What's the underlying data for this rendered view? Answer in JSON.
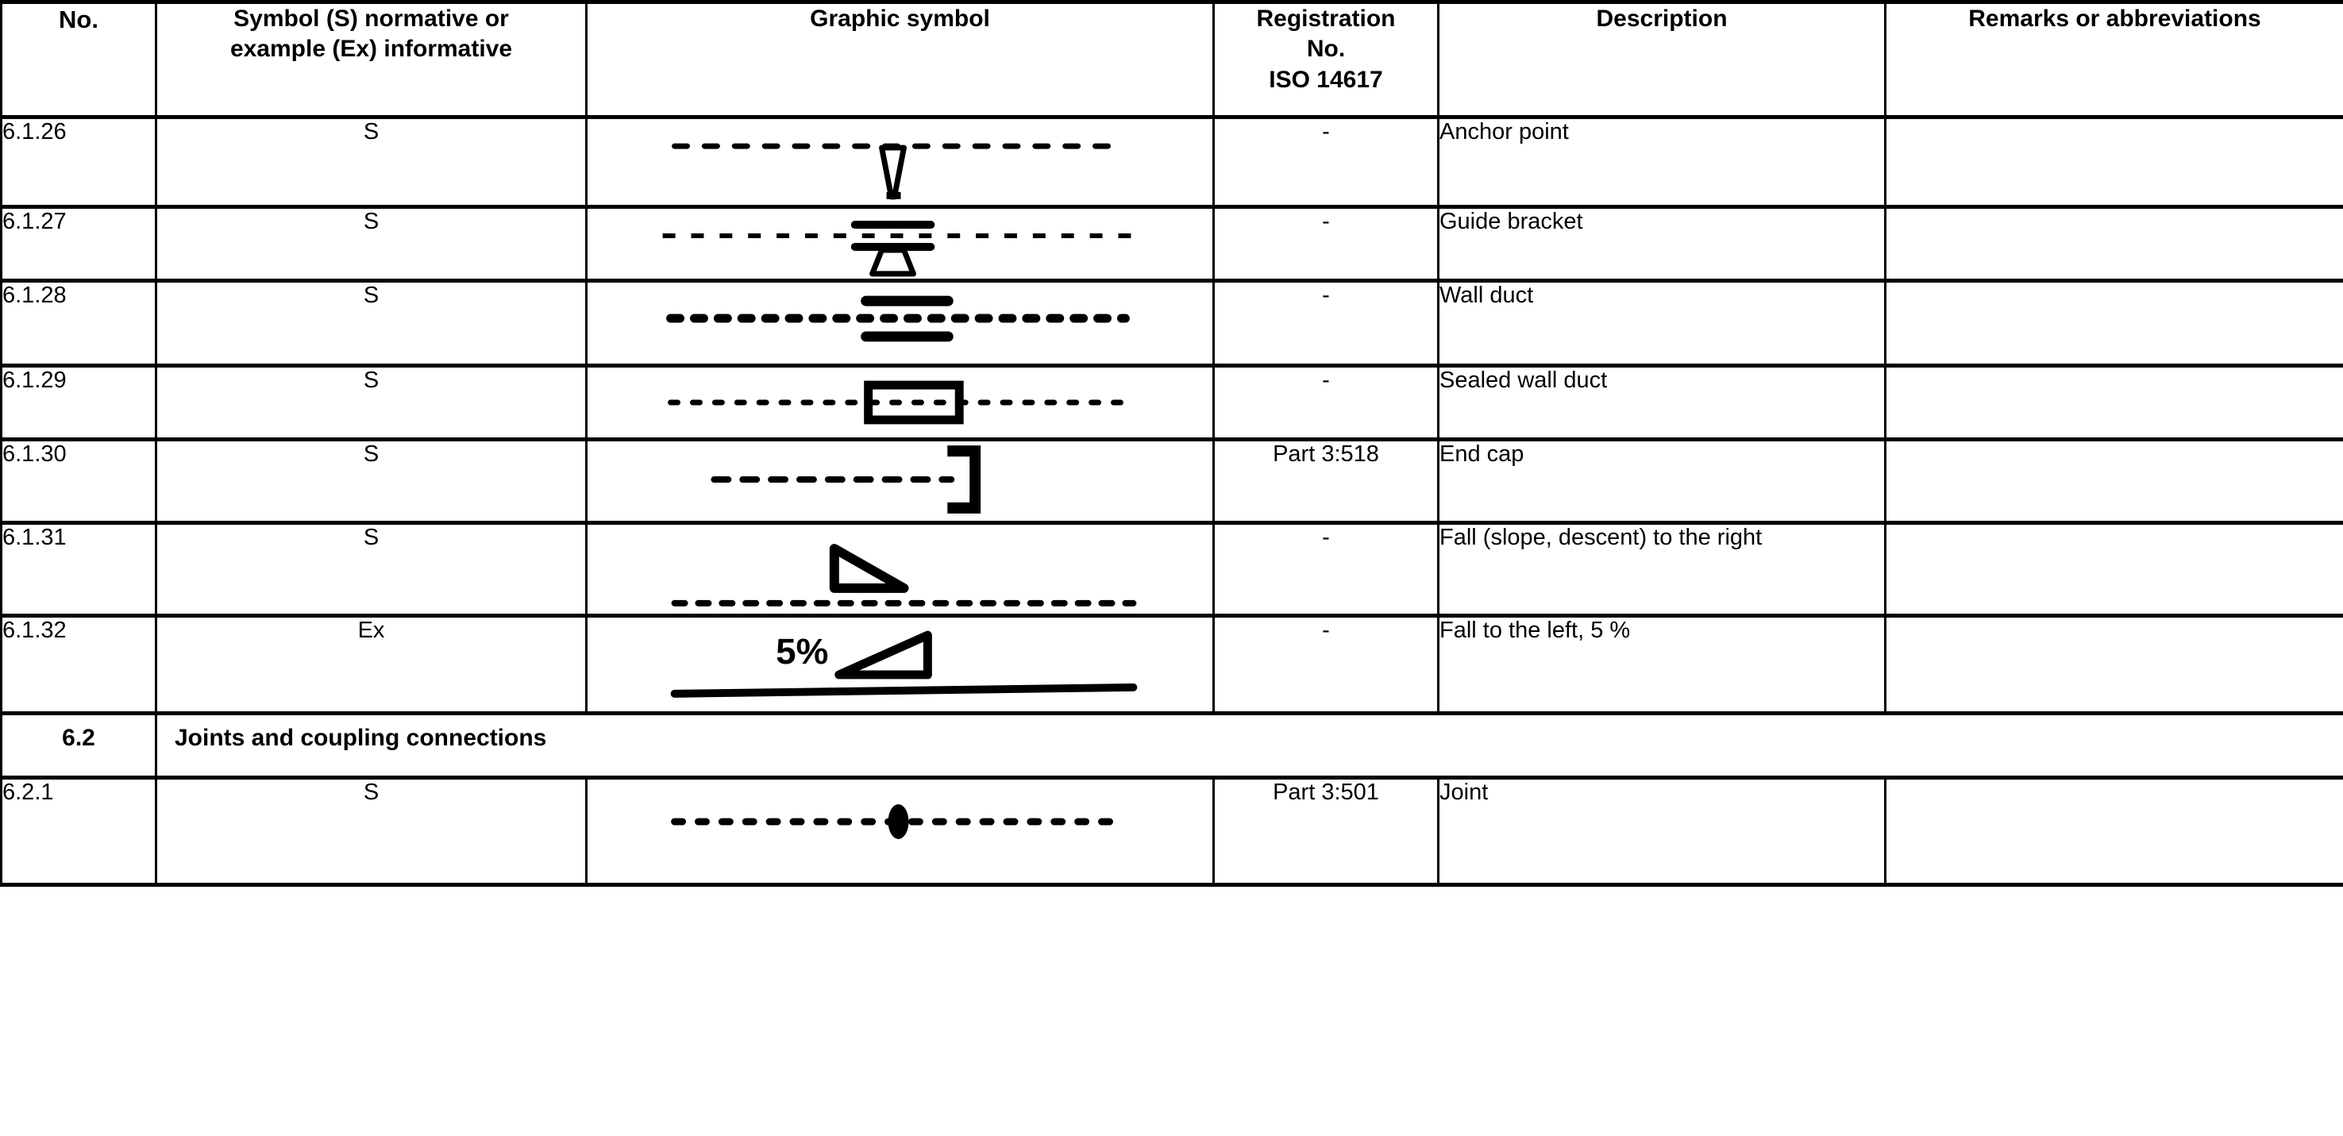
{
  "table": {
    "columns": [
      {
        "key": "no",
        "label": "No."
      },
      {
        "key": "symbol",
        "label_line1": "Symbol (S) normative or",
        "label_line2": "example (Ex) informative"
      },
      {
        "key": "graphic",
        "label": "Graphic symbol"
      },
      {
        "key": "reg",
        "label_line1": "Registration",
        "label_line2": "No.",
        "label_line3": "ISO 14617"
      },
      {
        "key": "desc",
        "label": "Description"
      },
      {
        "key": "rem",
        "label": "Remarks or abbreviations"
      }
    ],
    "rows": [
      {
        "type": "data",
        "no": "6.1.26",
        "symbol": "S",
        "graphic": "anchor-point-symbol",
        "reg": "-",
        "desc": "Anchor point",
        "rem": ""
      },
      {
        "type": "data",
        "no": "6.1.27",
        "symbol": "S",
        "graphic": "guide-bracket-symbol",
        "reg": "-",
        "desc": "Guide bracket",
        "rem": ""
      },
      {
        "type": "data",
        "no": "6.1.28",
        "symbol": "S",
        "graphic": "wall-duct-symbol",
        "reg": "-",
        "desc": "Wall duct",
        "rem": ""
      },
      {
        "type": "data",
        "no": "6.1.29",
        "symbol": "S",
        "graphic": "sealed-wall-duct-symbol",
        "reg": "-",
        "desc": "Sealed wall duct",
        "rem": ""
      },
      {
        "type": "data",
        "no": "6.1.30",
        "symbol": "S",
        "graphic": "end-cap-symbol",
        "reg": "Part 3:518",
        "desc": "End cap",
        "rem": ""
      },
      {
        "type": "data",
        "no": "6.1.31",
        "symbol": "S",
        "graphic": "fall-right-symbol",
        "reg": "-",
        "desc": "Fall (slope, descent) to the right",
        "rem": ""
      },
      {
        "type": "data",
        "no": "6.1.32",
        "symbol": "Ex",
        "graphic": "fall-left-5-percent-symbol",
        "graphic_label": "5%",
        "reg": "-",
        "desc": "Fall to the left, 5 %",
        "rem": ""
      },
      {
        "type": "section",
        "no": "6.2",
        "title": "Joints and coupling connections"
      },
      {
        "type": "data",
        "no": "6.2.1",
        "symbol": "S",
        "graphic": "joint-symbol",
        "reg": "Part 3:501",
        "desc": "Joint",
        "rem": ""
      }
    ]
  },
  "colors": {
    "ink": "#000000",
    "paper": "#ffffff"
  }
}
